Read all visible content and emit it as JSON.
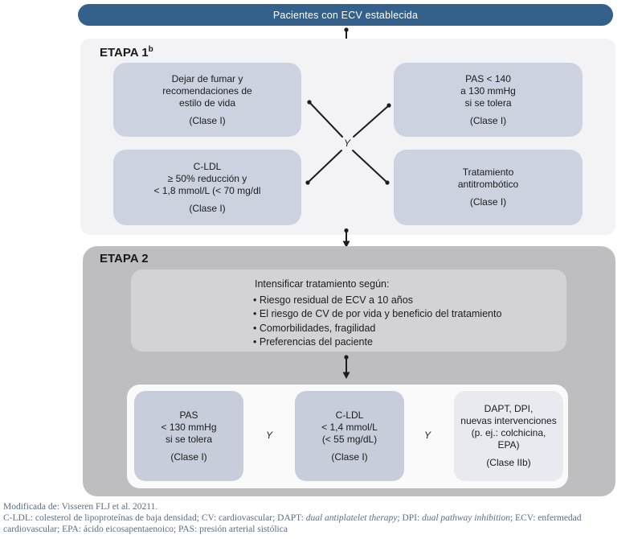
{
  "header": {
    "title": "Pacientes con ECV establecida"
  },
  "stage1": {
    "label": "ETAPA 1",
    "label_sup": "b",
    "connector_label": "Y",
    "boxes": [
      {
        "lines": [
          "Dejar de fumar y",
          "recomendaciones de",
          "estilo de vida"
        ],
        "class_label": "(Clase I)"
      },
      {
        "lines": [
          "PAS < 140",
          "a 130 mmHg",
          "si se tolera"
        ],
        "class_label": "(Clase I)"
      },
      {
        "lines": [
          "C-LDL",
          "≥ 50% reducción y",
          "< 1,8 mmol/L (< 70 mg/dl"
        ],
        "class_label": "(Clase I)"
      },
      {
        "lines": [
          "Tratamiento",
          "antitrombótico"
        ],
        "class_label": "(Clase I)"
      }
    ]
  },
  "stage2": {
    "label": "ETAPA 2",
    "intensify": {
      "title": "Intensificar tratamiento según:",
      "bullets": [
        "Riesgo residual de ECV a 10 años",
        "El riesgo de CV de por vida y beneficio del tratamiento",
        "Comorbilidades, fragilidad",
        "Preferencias del paciente"
      ]
    },
    "and_label_1": "Y",
    "and_label_2": "Y",
    "boxes": [
      {
        "lines": [
          "PAS",
          "< 130 mmHg",
          "si se tolera"
        ],
        "class_label": "(Clase I)"
      },
      {
        "lines": [
          "C-LDL",
          "< 1,4 mmol/L",
          "(< 55 mg/dL)"
        ],
        "class_label": "(Clase I)"
      },
      {
        "lines": [
          "DAPT, DPI,",
          "nuevas intervenciones",
          "(p. ej.: colchicina,",
          "EPA)"
        ],
        "class_label": "(Clase IIb)"
      }
    ]
  },
  "footer": {
    "source": "Modificada de: Visseren FLJ et al. 20211.",
    "abbrev": {
      "seg0": "C-LDL: colesterol de lipoproteínas de baja densidad; CV: cardiovascular; DAPT: ",
      "seg1": "dual antiplatelet therapy",
      "seg2": "; DPI: ",
      "seg3": "dual pathway inhibition",
      "seg4": "; ECV: enfermedad cardiovascular; EPA: ácido eicosapentaenoico; PAS: presión arterial sistólica"
    }
  },
  "colors": {
    "header_bg": "#33618c",
    "stage1_panel_bg": "#f3f3f5",
    "stage1_box_bg": "#ccd2df",
    "stage2_panel_bg": "#bebec1",
    "intensify_box_bg": "#d3d3d6",
    "inner_panel_bg": "#fafafb",
    "stage2_box_bg": "#c7cdda",
    "stage2_box_light_bg": "#e9eaef",
    "footer_text": "#5b6e84",
    "diagram_text": "#1c1c1e",
    "header_text": "#ffffff"
  }
}
